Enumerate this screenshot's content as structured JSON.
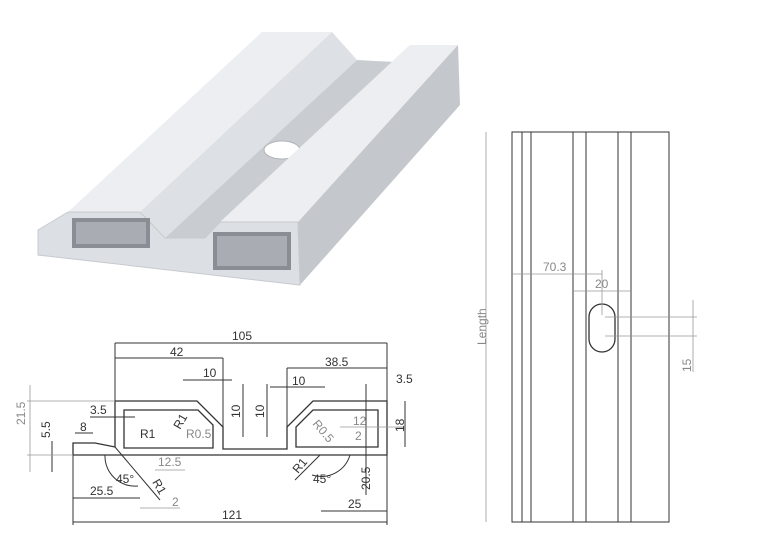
{
  "title": "Aluminium profile drawing",
  "section_view": {
    "dimensions": {
      "overall_width": "121",
      "top_width": "105",
      "left_box_width": "42",
      "right_box_width": "38.5",
      "chamfer_left": "10",
      "chamfer_right": "10",
      "channel_depth_left": "10",
      "channel_depth_right": "10",
      "right_edge_offset": "3.5",
      "left_wall": "3.5",
      "flange_length": "8",
      "flange_height": "5.5",
      "total_height": "21.5",
      "box_height": "18",
      "rib_spacing": "12",
      "rib_height": "2",
      "rib_offset": "12.5",
      "rib_width": "2",
      "left_offset": "25.5",
      "right_offset": "25",
      "right_height": "20.5",
      "radius_1a": "R1",
      "radius_1b": "R1",
      "radius_1c": "R1",
      "radius_1d": "R1",
      "radius_05a": "R0.5",
      "radius_05b": "R0.5",
      "angle_left": "45°",
      "angle_right": "45°"
    }
  },
  "top_view": {
    "length_label": "Length",
    "hole_offset": "70.3",
    "hole_width": "20",
    "hole_length": "15"
  }
}
